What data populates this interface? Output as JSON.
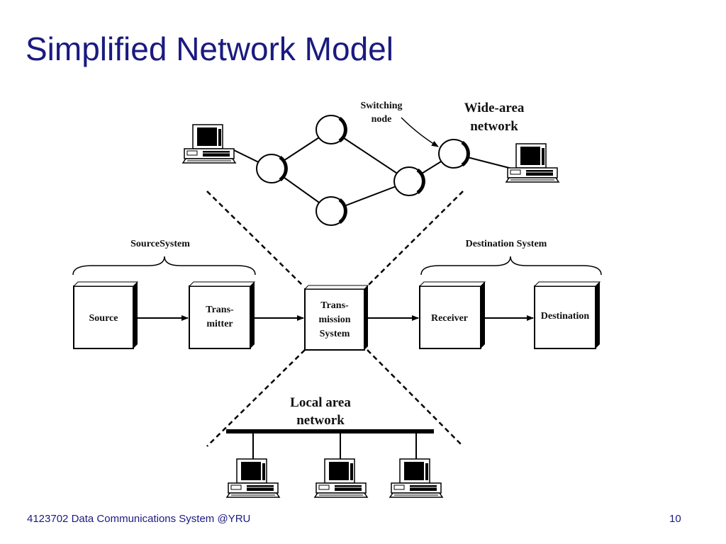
{
  "slide": {
    "title": "Simplified Network Model",
    "footer": "4123702 Data Communications System @YRU",
    "page_number": "10"
  },
  "diagram": {
    "wan": {
      "title_line1": "Wide-area",
      "title_line2": "network",
      "switch_label_line1": "Switching",
      "switch_label_line2": "node"
    },
    "source_system_label": "SourceSystem",
    "destination_system_label": "Destination System",
    "blocks": {
      "source": "Source",
      "transmitter_line1": "Trans-",
      "transmitter_line2": "mitter",
      "transmission_line1": "Trans-",
      "transmission_line2": "mission",
      "transmission_line3": "System",
      "receiver": "Receiver",
      "destination": "Destination"
    },
    "lan": {
      "title_line1": "Local area",
      "title_line2": "network"
    }
  }
}
